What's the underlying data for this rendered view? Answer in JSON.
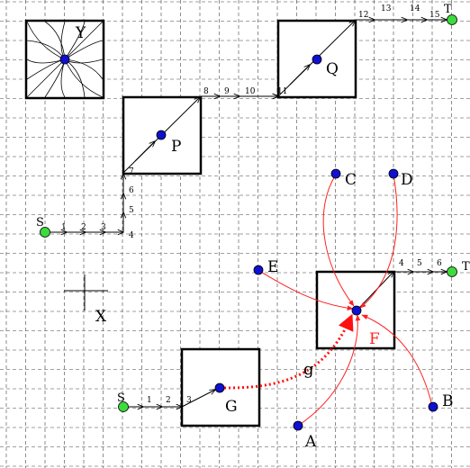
{
  "colors": {
    "grid": "#444444",
    "box": "#000000",
    "node_blue": "#1010d0",
    "node_green": "#3ddc3d",
    "red": "#ff2020",
    "red_dotted": "#ff1010"
  },
  "labels": {
    "Y": "Y",
    "X": "X",
    "P": "P",
    "Q": "Q",
    "G": "G",
    "F": "F",
    "g": "g",
    "A": "A",
    "B": "B",
    "C": "C",
    "D": "D",
    "E": "E",
    "S_top": "S",
    "S_bottom": "S",
    "T_top": "T",
    "T_right": "T"
  },
  "path_top": {
    "steps": [
      "1",
      "2",
      "3",
      "4",
      "5",
      "6",
      "7",
      "8",
      "9",
      "10",
      "11",
      "12",
      "13",
      "14",
      "15"
    ]
  },
  "path_right": {
    "steps": [
      "4",
      "5",
      "6"
    ]
  },
  "path_bottom": {
    "steps": [
      "1",
      "2",
      "3"
    ]
  }
}
